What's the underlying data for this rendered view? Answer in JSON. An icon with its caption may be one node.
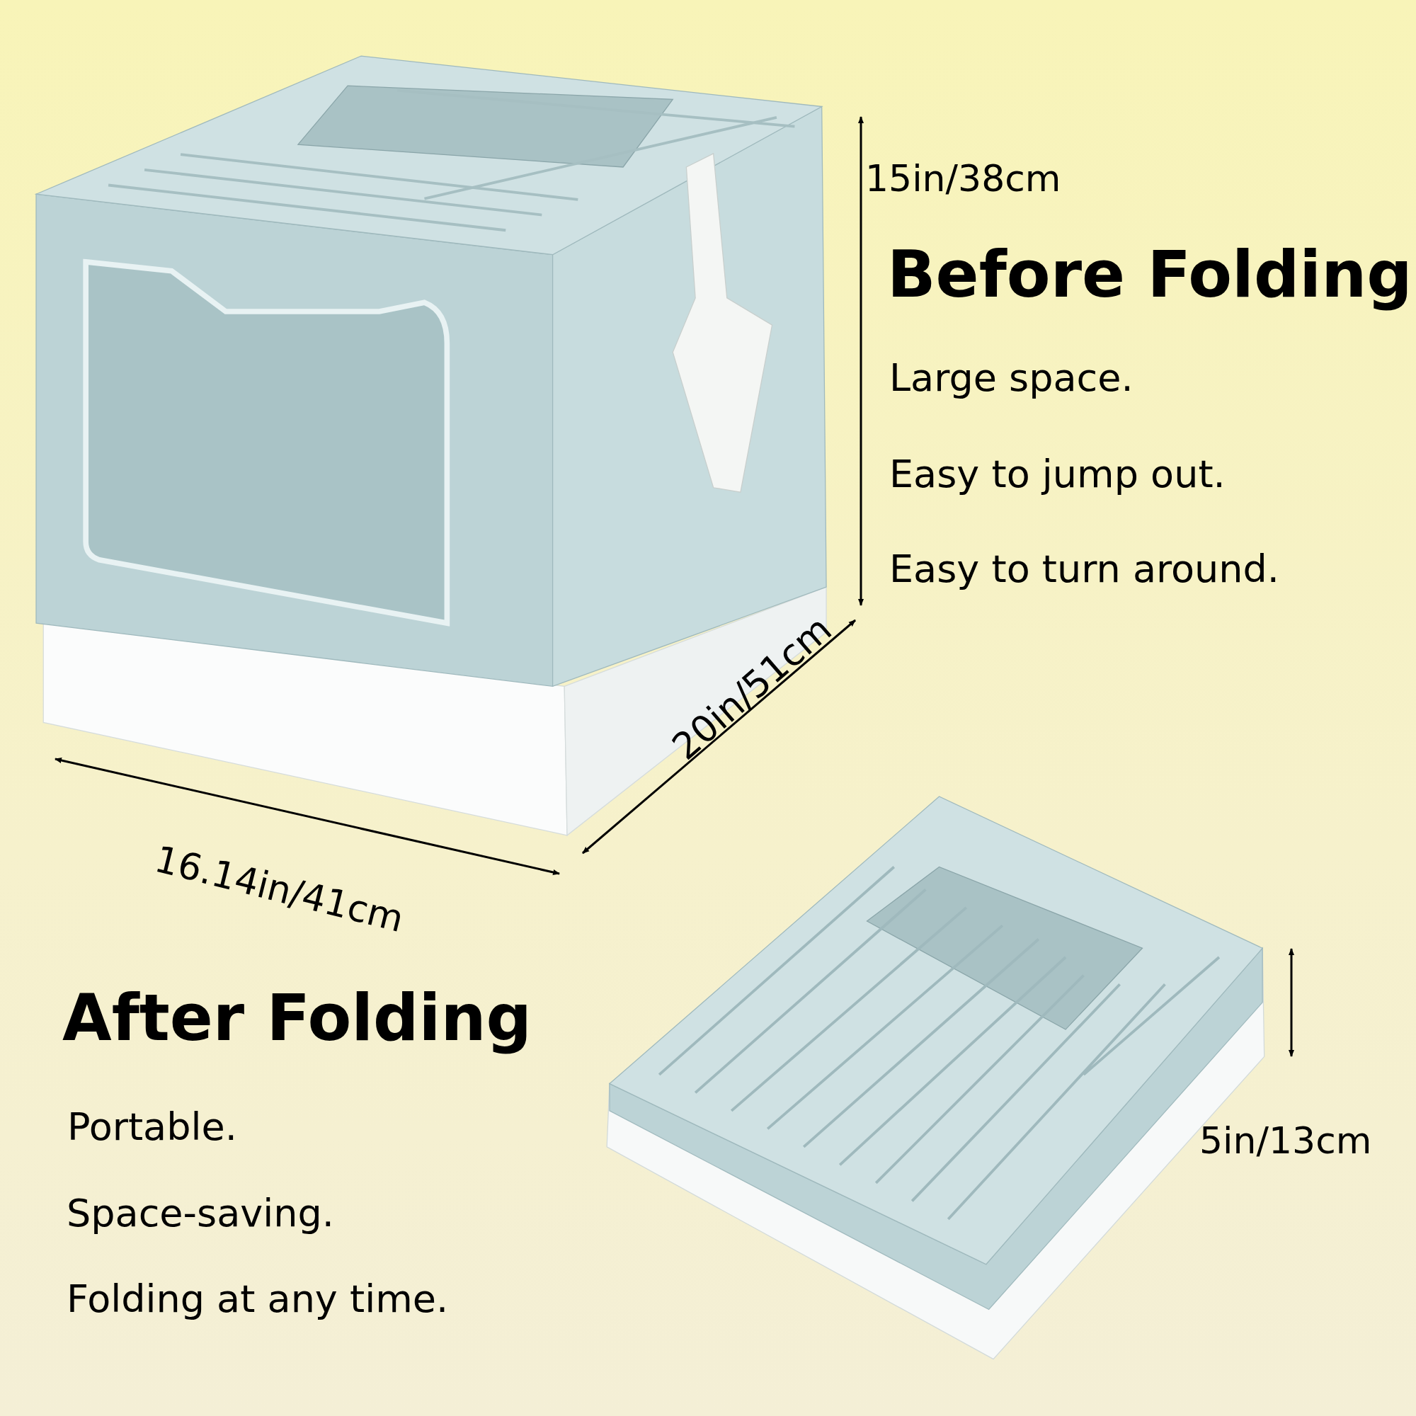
{
  "diagram": {
    "labels": [
      "15in/38cm",
      "Before Folding",
      "Large space.",
      "Easy to jump out.",
      "Easy to turn around.",
      "16.14in/41cm",
      "20in/51cm",
      "After Folding",
      "Portable.",
      "Space-saving.",
      "Folding at any time.",
      "5in/13cm"
    ]
  }
}
